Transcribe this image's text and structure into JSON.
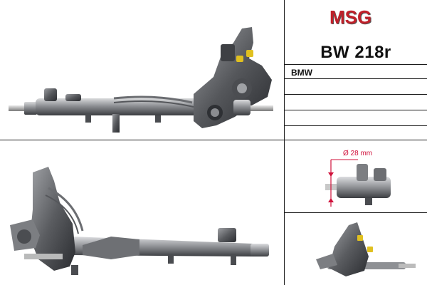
{
  "brand": {
    "logo_text": "MSG",
    "logo_color": "#c0202a",
    "logo_shadow_color": "#555555"
  },
  "product": {
    "part_number": "BW 218r"
  },
  "applications": [
    "BMW",
    "",
    "",
    "",
    ""
  ],
  "dimension": {
    "label": "Ø 28 mm",
    "color": "#d0103a"
  },
  "images": {
    "main_view": "steering-rack-side-view",
    "rear_view": "steering-rack-perspective-view",
    "detail_view": "rack-end-tube-detail",
    "thumbnail_view": "steering-rack-thumbnail"
  }
}
